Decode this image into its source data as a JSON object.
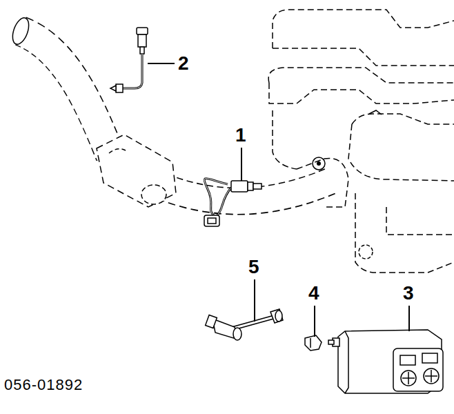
{
  "diagram": {
    "labels": [
      "2",
      "1",
      "5",
      "4",
      "3",
      "056-01892"
    ]
  }
}
